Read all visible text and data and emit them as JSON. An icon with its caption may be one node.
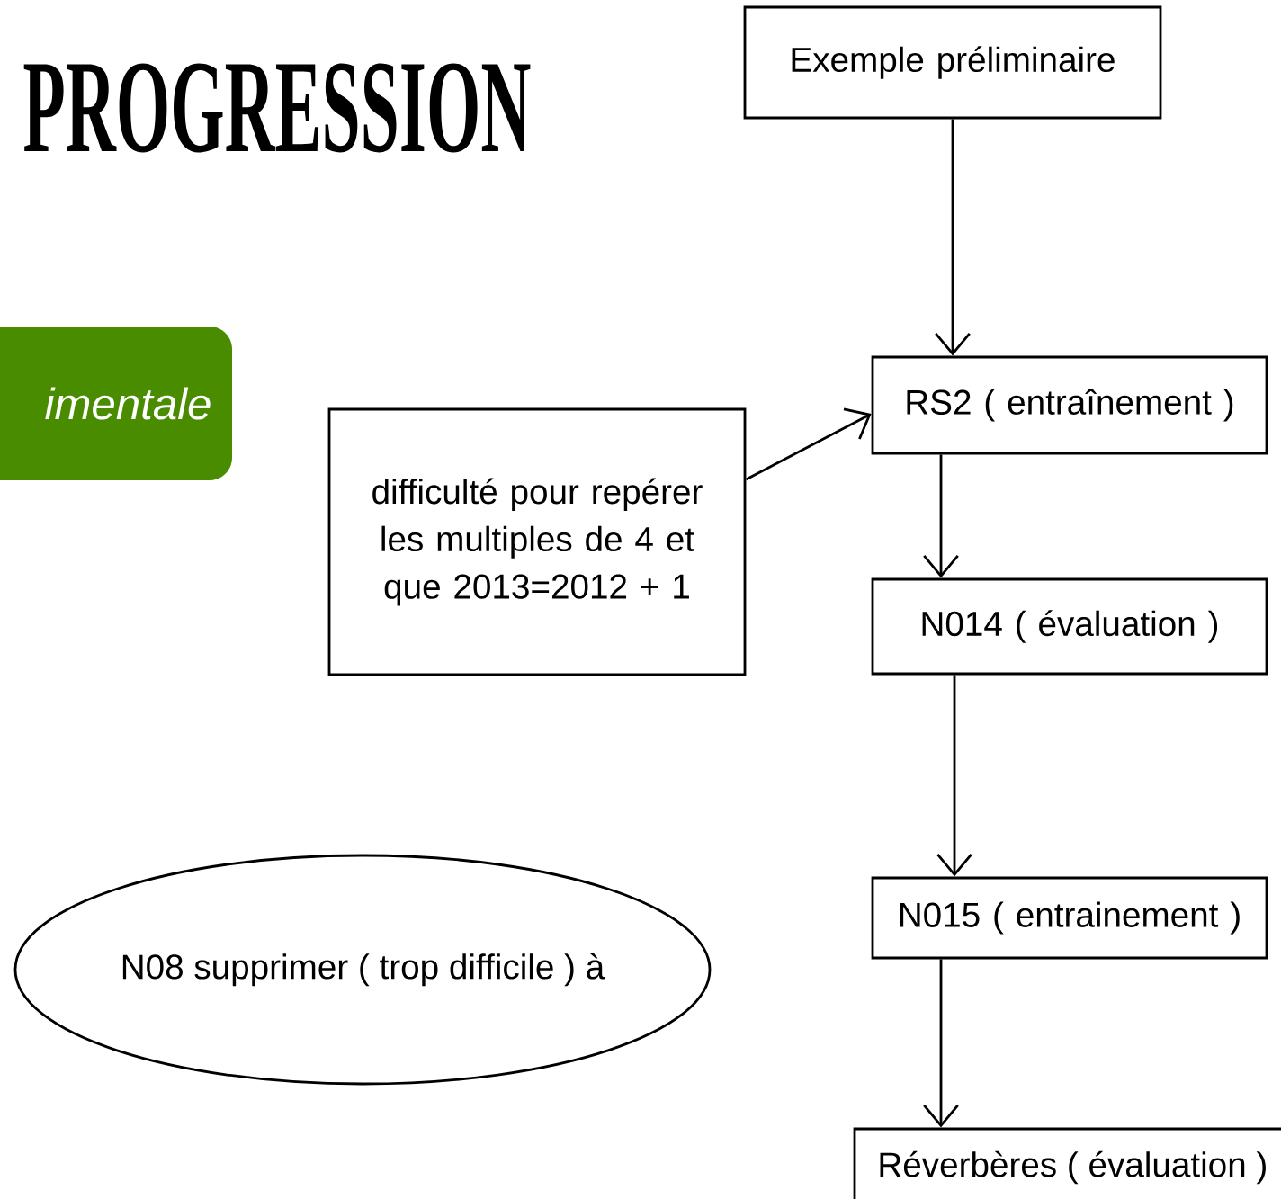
{
  "diagram": {
    "nodes": [
      {
        "text": [
          "Exemple préliminaire"
        ]
      },
      {
        "text": [
          "RS2 ( entraînement )"
        ]
      },
      {
        "text": [
          "difficulté pour repérer les multiples de 4 et que 2013=2012 + 1"
        ]
      },
      {
        "text": [
          "N014 ( évaluation )"
        ]
      },
      {
        "text": [
          "N015 ( entrainement )"
        ]
      },
      {
        "text": [
          "Réverbères ( évaluation )"
        ]
      },
      {
        "text": [
          "N08 supprimer ( trop difficile ) à"
        ]
      },
      {
        "text": [
          "imentale"
        ]
      }
    ],
    "edges": [
      {
        "from": 0,
        "to": 1,
        "arrow": "to"
      },
      {
        "from": 2,
        "to": 1,
        "arrow": "to"
      },
      {
        "from": 1,
        "to": 3,
        "arrow": "to"
      },
      {
        "from": 3,
        "to": 4,
        "arrow": "to"
      },
      {
        "from": 4,
        "to": 5,
        "arrow": "to"
      }
    ],
    "labels": [
      "PROGRESSION"
    ]
  }
}
